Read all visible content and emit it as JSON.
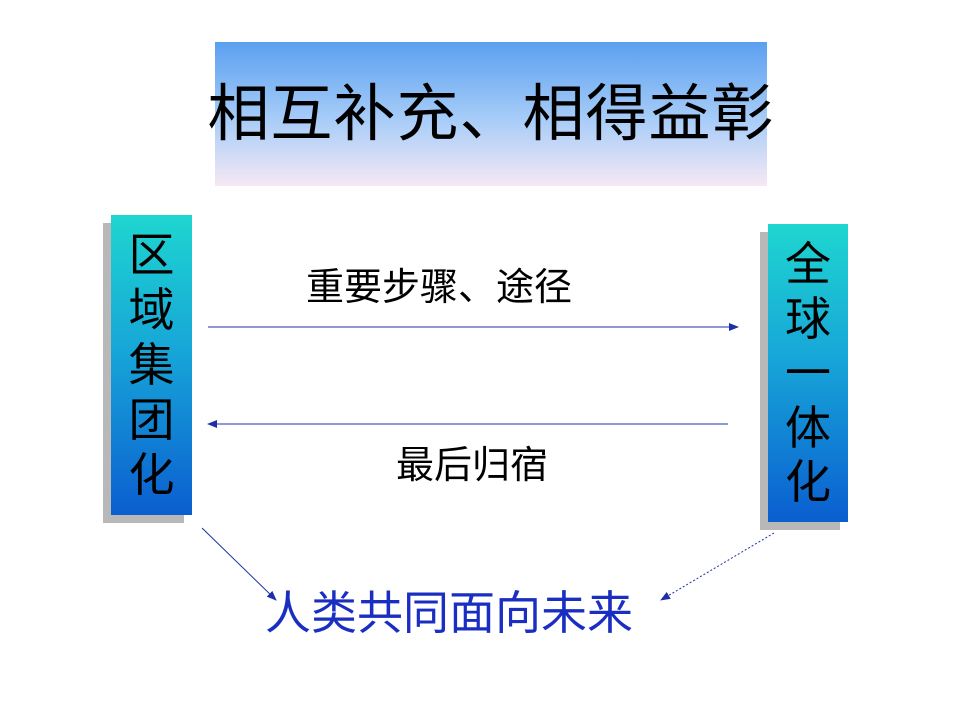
{
  "title": "相互补充、相得益彰",
  "left_box": {
    "chars": [
      "区",
      "域",
      "集",
      "团",
      "化"
    ]
  },
  "right_box": {
    "chars": [
      "全",
      "球",
      "一",
      "体",
      "化"
    ]
  },
  "arrows": {
    "top_label": "重要步骤、途径",
    "bottom_label": "最后归宿"
  },
  "bottom_text": "人类共同面向未来",
  "colors": {
    "title_gradient_top": "#5aa0f0",
    "title_gradient_bottom": "#f6e8f4",
    "box_gradient_top": "#1ed6d0",
    "box_gradient_bottom": "#0b5ed0",
    "arrow_color": "#1f2fa8",
    "bottom_text_color": "#1a2fc2"
  }
}
